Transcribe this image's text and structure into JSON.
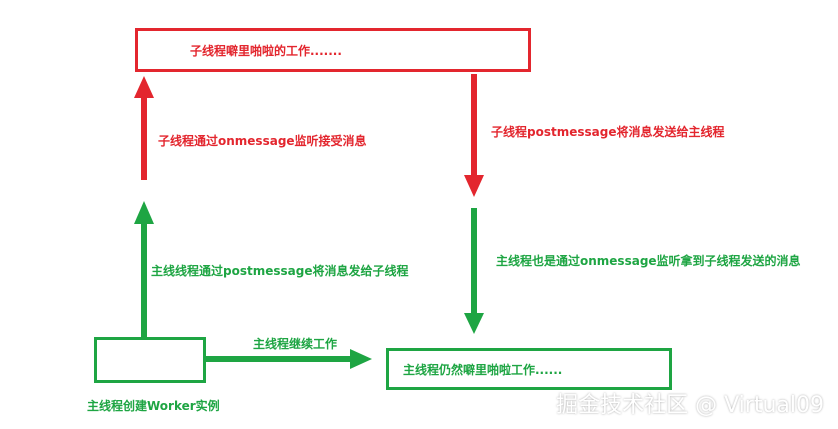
{
  "diagram": {
    "worker_box": {
      "text": "子线程噼里啪啦的工作......."
    },
    "main_result_box": {
      "text": "主线程仍然噼里啪啦工作......"
    },
    "create_worker_box": {
      "text": ""
    },
    "labels": {
      "worker_receive": "子线程通过onmessage监听接受消息",
      "worker_send": "子线程postmessage将消息发送给主线程",
      "main_send": "主线线程通过postmessage将消息发给子线程",
      "main_receive": "主线程也是通过onmessage监听拿到子线程发送的消息",
      "main_continue": "主线程继续工作",
      "create_worker": "主线程创建Worker实例"
    }
  },
  "watermark": "掘金技术社区 @ Virtual09",
  "colors": {
    "red": "#e3262e",
    "green": "#1ea543"
  }
}
